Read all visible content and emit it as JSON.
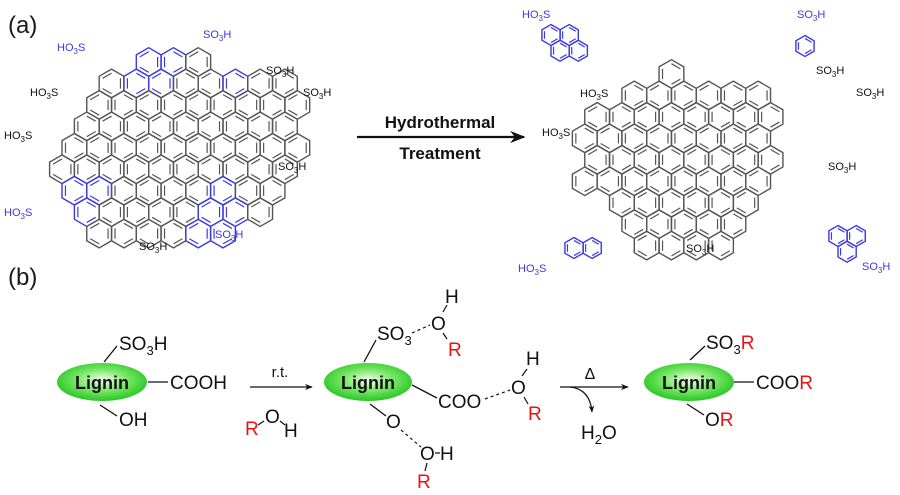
{
  "panels": {
    "a": {
      "label": "(a)",
      "arrow": {
        "top_text": "Hydrothermal",
        "bottom_text": "Treatment"
      },
      "reactant_substituents": [
        "HO3S",
        "SO3H",
        "SO3H",
        "HO3S",
        "SO3H",
        "HO3S",
        "SO3H",
        "HO3S",
        "SO3H",
        "SO3H"
      ],
      "product_substituents": [
        "SO3H",
        "HO3S",
        "SO3H",
        "HO3S",
        "SO3H",
        "SO3H"
      ],
      "fragments": [
        {
          "name": "sulfonated-pyrene-fragment",
          "group": "HO3S"
        },
        {
          "name": "benzenesulfonic-acid",
          "group": "SO3H"
        },
        {
          "name": "sulfonated-naphthalene-fragment",
          "group": "HO3S"
        },
        {
          "name": "sulfonated-phenalene-fragment",
          "group": "SO3H"
        }
      ]
    },
    "b": {
      "label": "(b)",
      "core_label": "Lignin",
      "step1": {
        "groups": {
          "top": "SO3H",
          "right": "COOH",
          "bottom": "OH"
        },
        "arrow_label": "r.t.",
        "reagent": {
          "R": "R",
          "O": "O",
          "H": "H"
        }
      },
      "step2": {
        "groups": {
          "top": "SO3",
          "right": "COO",
          "bottom": "O"
        },
        "hbond_O": "O",
        "hbond_H": "H",
        "hbond_R": "R",
        "arrow_label": "Δ",
        "byproduct": "H2O"
      },
      "step3": {
        "groups": {
          "top": "SO3",
          "top_R": "R",
          "right": "COO",
          "right_R": "R",
          "bottom": "O",
          "bottom_R": "R"
        }
      }
    }
  },
  "colors": {
    "ink": "#1a1a1a",
    "bond": "#555555",
    "blue": "#3a3ae0",
    "red": "#ee1111",
    "green": "#22cc22"
  }
}
